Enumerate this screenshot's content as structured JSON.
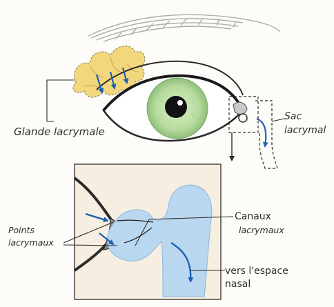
{
  "labels": {
    "gland_label": "Glande lacrymale",
    "sac_line1": "Sac",
    "sac_line2": "lacrymal",
    "points_line1": "Points",
    "points_line2": "lacrymaux",
    "canaux_line1": "Canaux",
    "canaux_line2": "lacrymaux",
    "nasal_line1": "vers l'espace",
    "nasal_line2": "nasal"
  },
  "colors": {
    "background": "#fdfcf8",
    "gland": "#f2d77c",
    "iris": "#b9dca0",
    "tear_blue": "#b9d7ef",
    "arrow_blue": "#1f5fb3",
    "outline": "#2b2b2b",
    "inset_bg": "#f6eee0"
  }
}
